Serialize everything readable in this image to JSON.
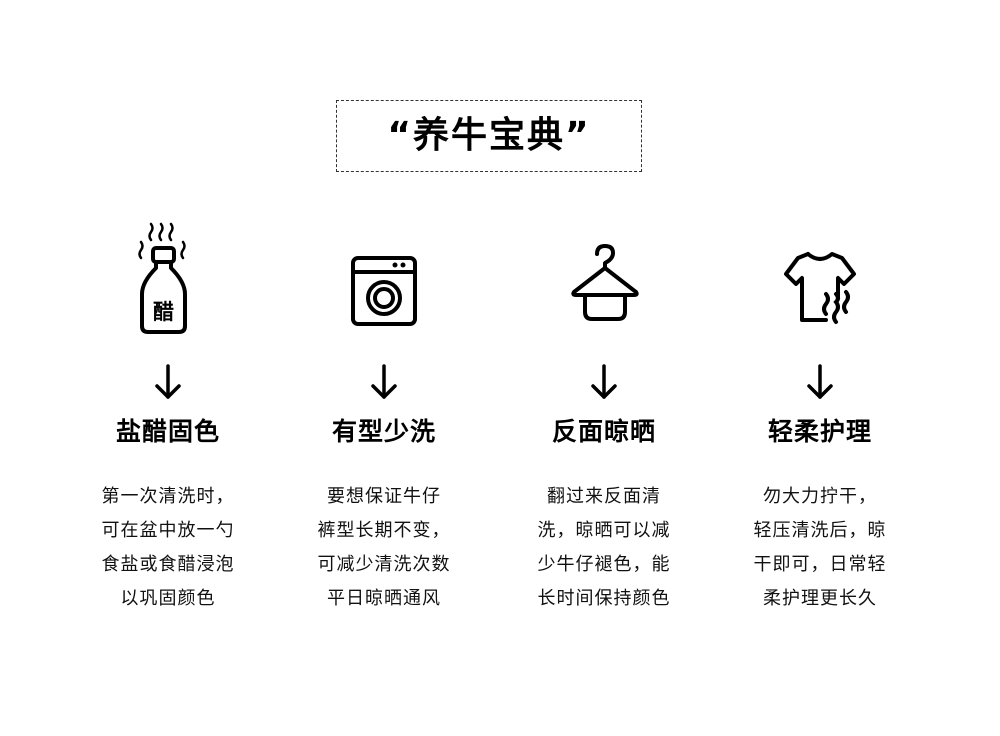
{
  "title": "“养牛宝典”",
  "columns": [
    {
      "icon": "vinegar-bottle-icon",
      "icon_label": "醋",
      "heading": "盐醋固色",
      "lines": [
        "第一次清洗时，",
        "可在盆中放一勺",
        "食盐或食醋浸泡",
        "以巩固颜色"
      ]
    },
    {
      "icon": "washing-machine-icon",
      "heading": "有型少洗",
      "lines": [
        "要想保证牛仔",
        "裤型长期不变，",
        "可减少清洗次数",
        "平日晾晒通风"
      ]
    },
    {
      "icon": "hanger-icon",
      "heading": "反面晾晒",
      "lines": [
        "翻过来反面清",
        "洗，晾晒可以减",
        "少牛仔褪色，能",
        "长时间保持颜色"
      ]
    },
    {
      "icon": "tshirt-steam-icon",
      "heading": "轻柔护理",
      "lines": [
        "勿大力拧干，",
        "轻压清洗后，晾",
        "干即可，日常轻",
        "柔护理更长久"
      ]
    }
  ]
}
